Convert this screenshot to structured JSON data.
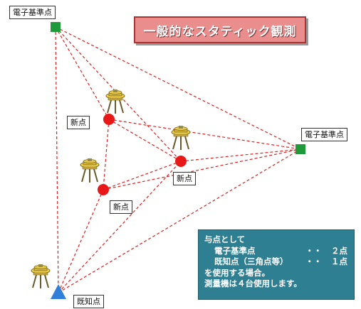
{
  "title": "一般的なスタティック観測",
  "labels": {
    "denshi_top": "電子基準点",
    "denshi_right": "電子基準点",
    "shinten_1": "新点",
    "shinten_2": "新点",
    "shinten_3": "新点",
    "kichi": "既知点"
  },
  "info": {
    "line1": "与点として",
    "item1_name": "電子基準点",
    "item1_dots": "・・",
    "item1_count": "２点",
    "item2_name": "既知点（三角点等）",
    "item2_dots": "・・",
    "item2_count": "１点",
    "line4": "を使用する場合。",
    "line5": "測量機は４台使用します。"
  },
  "colors": {
    "line": "#e02020",
    "new_point": "#e81818",
    "ref_station": "#1f9a3a",
    "known_point": "#2f7fd8",
    "title_bg": "#e98d8d",
    "info_bg": "#2f7f93"
  }
}
